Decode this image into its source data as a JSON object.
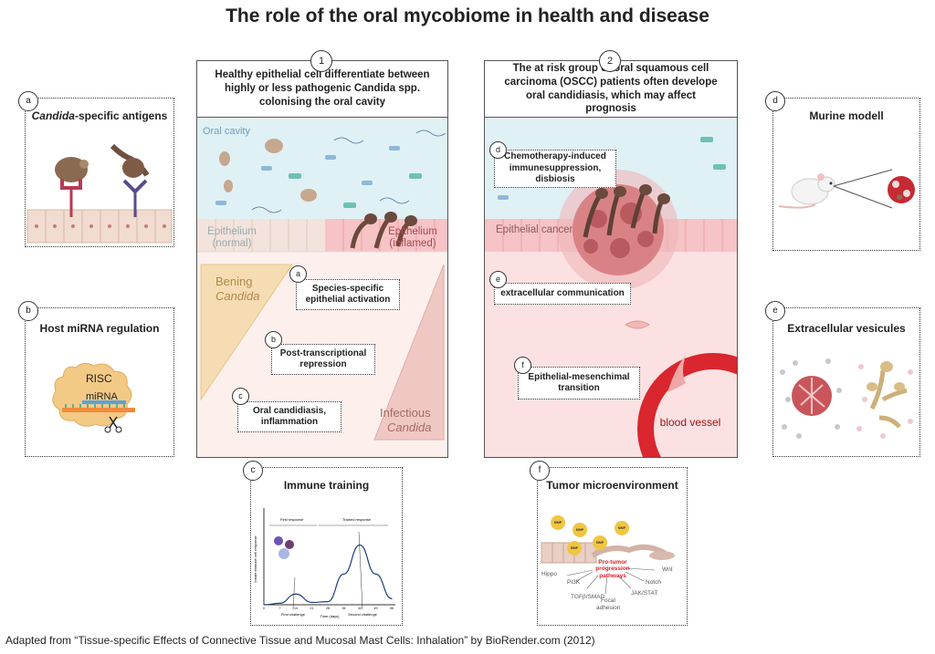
{
  "title": "The role of the oral mycobiome in health and disease",
  "footer": "Adapted from “Tissue-specific Effects of Connective Tissue and Mucosal Mast Cells: Inhalation” by BioRender.com (2012)",
  "panel1": {
    "number": "1",
    "heading": "Healthy epithelial cell differentiate between highly or less pathogenic Candida spp. colonising the oral cavity",
    "oral_cavity": "Oral cavity",
    "epithelium_normal": "Epithelium (normal)",
    "epithelium_inflamed": "Epithelium (inflamed)",
    "bening": "Bening",
    "bening_candida": "Candida",
    "infectious": "Infectious",
    "infectious_candida": "Candida",
    "labels": [
      {
        "letter": "a",
        "text": "Species-specific epithelial activation"
      },
      {
        "letter": "b",
        "text": "Post-transcriptional repression"
      },
      {
        "letter": "c",
        "text": "Oral candidiasis, inflammation"
      }
    ]
  },
  "panel2": {
    "number": "2",
    "heading": "The at risk group of oral squamous cell carcinoma (OSCC) patients often develope oral candidiasis, which may affect prognosis",
    "epithelial_cancer": "Epithelial cancer",
    "blood_vessel": "blood vessel",
    "labels": [
      {
        "letter": "d",
        "text": "Chemotherapy-induced immunesuppression, disbiosis"
      },
      {
        "letter": "e",
        "text": "extracellular communication"
      },
      {
        "letter": "f",
        "text": "Epithelial-mesenchimal transition"
      }
    ]
  },
  "side_boxes": {
    "a": {
      "letter": "a",
      "title_italic": "Candida",
      "title_rest": "-specific antigens"
    },
    "b": {
      "letter": "b",
      "title": "Host miRNA regulation",
      "risc": "RISC",
      "mirna": "miRNA"
    },
    "d": {
      "letter": "d",
      "title": "Murine modell"
    },
    "e": {
      "letter": "e",
      "title": "Extracellular vesicules"
    },
    "c": {
      "letter": "c",
      "title": "Immune training",
      "first_response": "First response",
      "trained_response": "Trained response",
      "first_challenge": "First challenge",
      "second_challenge": "Second challenge",
      "xlabel": "Time (days)",
      "ylabel": "Innate immune cell response",
      "xticks": [
        "0",
        "7",
        "14",
        "21",
        "28",
        "35",
        "42",
        "49",
        "56"
      ]
    },
    "f": {
      "letter": "f",
      "title": "Tumor microenvironment",
      "mmp": "MMP",
      "center_label": "Pro-tumor progression pathways",
      "pathways": [
        "Hippo",
        "PI3K",
        "TGFβ/SMAD",
        "Focal adhesion",
        "JAK/STAT",
        "Notch",
        "Wnt"
      ]
    }
  },
  "chart_data": {
    "type": "line",
    "title": "",
    "xlabel": "Time (days)",
    "ylabel": "Innate immune cell response",
    "x": [
      0,
      7,
      14,
      21,
      28,
      35,
      42,
      49,
      56
    ],
    "series": [
      {
        "values": [
          0,
          2,
          14,
          3,
          4,
          40,
          78,
          40,
          8
        ]
      }
    ],
    "xlim": [
      0,
      56
    ],
    "ylim": [
      0,
      100
    ]
  },
  "colors": {
    "oral_cavity": "#dff1f5",
    "healthy_bg": "#fdf0ec",
    "tumor_bg": "#fbe1e1",
    "blood": "#d9262f",
    "triangle_bening": "#f6dcb2",
    "triangle_infectious": "#efc8c4",
    "chart_line": "#1c3e7a",
    "pathway_red": "#d62027"
  }
}
